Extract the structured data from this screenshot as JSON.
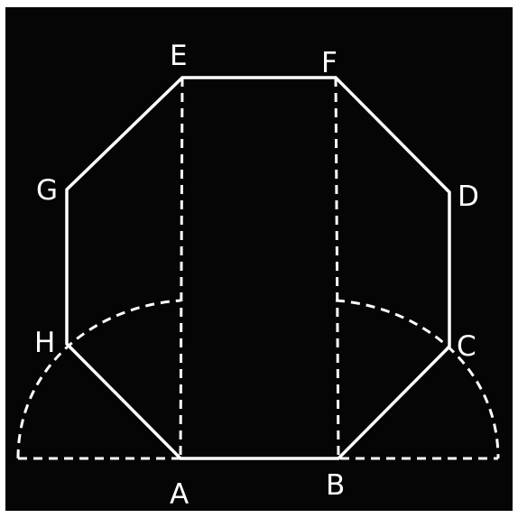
{
  "figure": {
    "background_color": "#050505",
    "frame_color": "#ffffff",
    "line_color": "#ffffff",
    "vertex_labels": {
      "A": "A",
      "B": "B",
      "C": "C",
      "D": "D",
      "E": "E",
      "F": "F",
      "G": "G",
      "H": "H"
    },
    "shapes": {
      "octagon": "solid",
      "vertical_lines": "dashed",
      "arcs": "dashed",
      "baseline": "dashed"
    }
  }
}
